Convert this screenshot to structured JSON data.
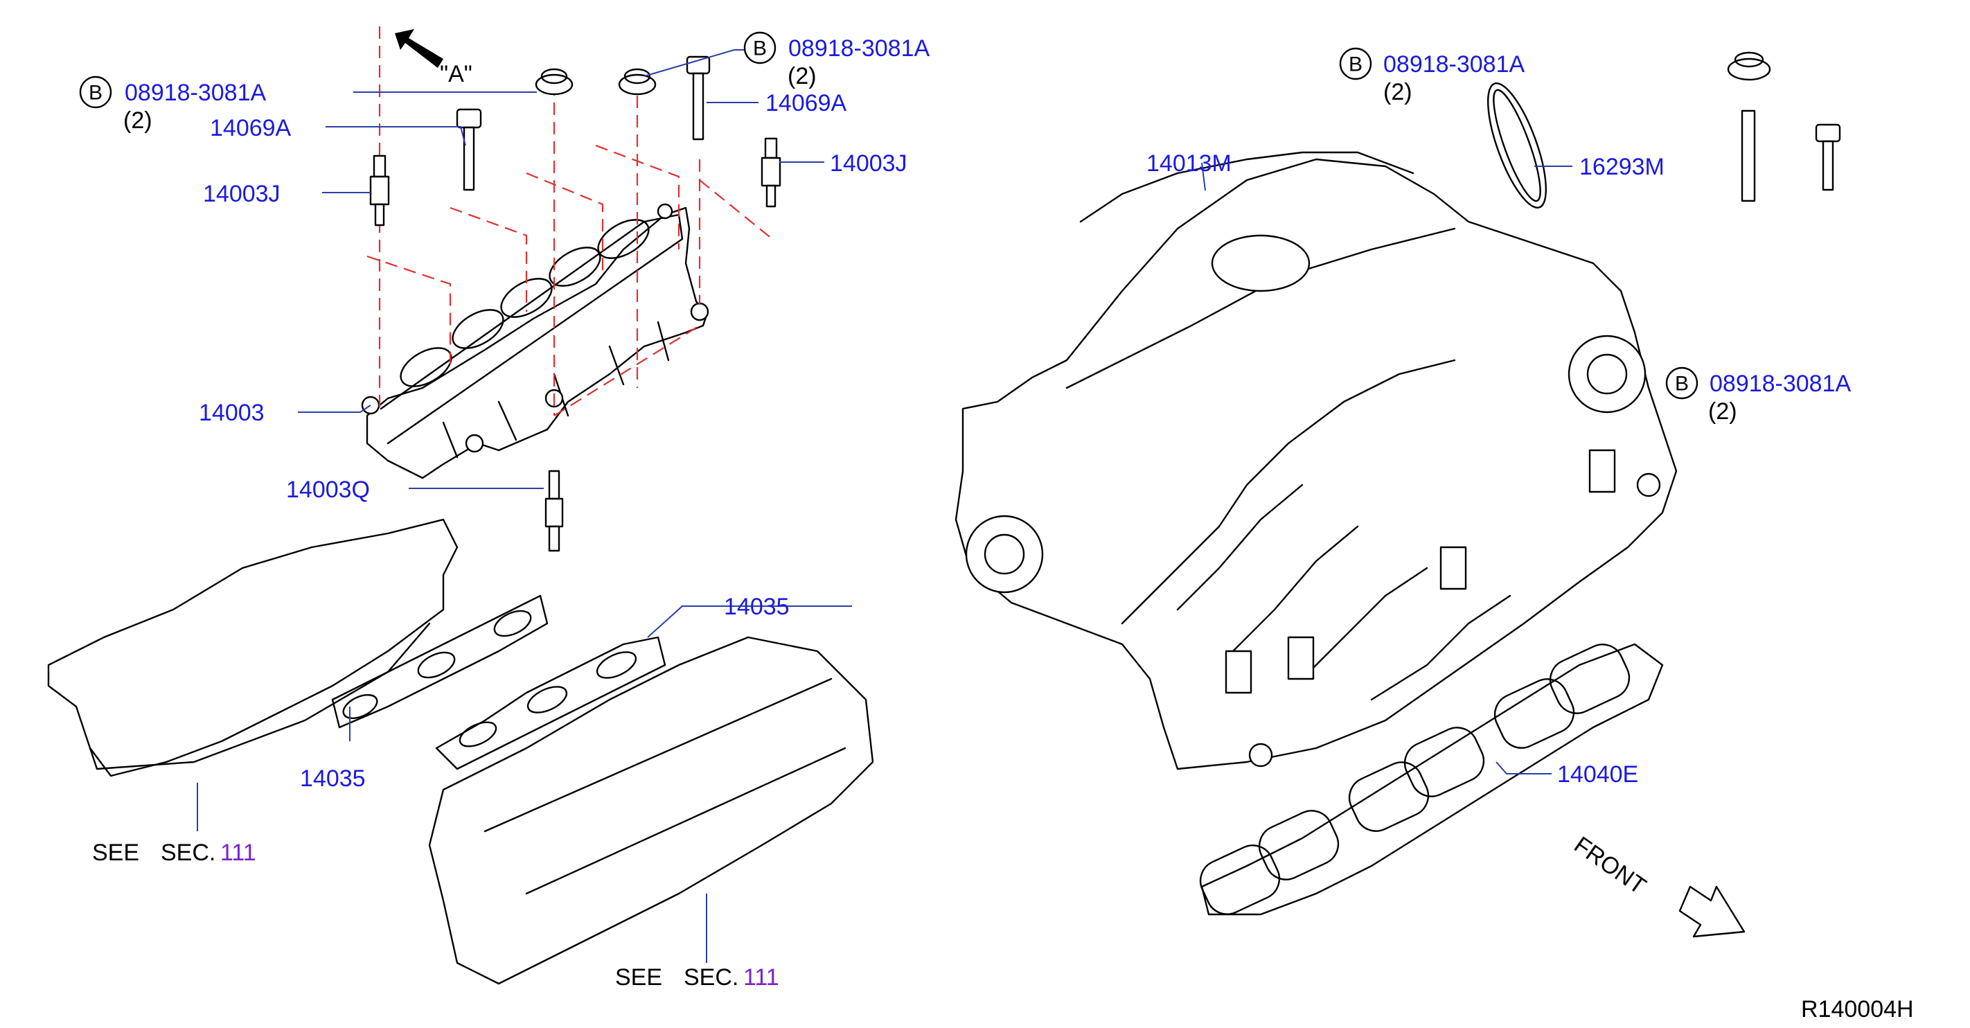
{
  "callouts": {
    "b_left": {
      "letter": "B",
      "part": "08918-3081A",
      "qty": "(2)"
    },
    "b_top": {
      "letter": "B",
      "part": "08918-3081A",
      "qty": "(2)"
    },
    "b_right_top": {
      "letter": "B",
      "part": "08918-3081A",
      "qty": "(2)"
    },
    "b_right_mid": {
      "letter": "B",
      "part": "08918-3081A",
      "qty": "(2)"
    }
  },
  "labels": {
    "p14069a_left": "14069A",
    "p14069a_right": "14069A",
    "p14003j_left": "14003J",
    "p14003j_right": "14003J",
    "p14003": "14003",
    "p14003q": "14003Q",
    "p14035_upper": "14035",
    "p14035_lower": "14035",
    "p14013m": "14013M",
    "p16293m": "16293M",
    "p14040e": "14040E"
  },
  "view_marker": "\"A\"",
  "see_sec": [
    {
      "see": "SEE",
      "sec": "SEC.",
      "num": "111"
    },
    {
      "see": "SEE",
      "sec": "SEC.",
      "num": "111"
    }
  ],
  "front_label": "FRONT",
  "diagram_code": "R140004H",
  "colors": {
    "label": "#1a1adf",
    "section_number": "#7a22c8",
    "leader": "#2a3fa6",
    "dashed_guide": "#e03030"
  },
  "icons": [
    "view-direction-arrow-icon",
    "front-arrow-icon"
  ]
}
